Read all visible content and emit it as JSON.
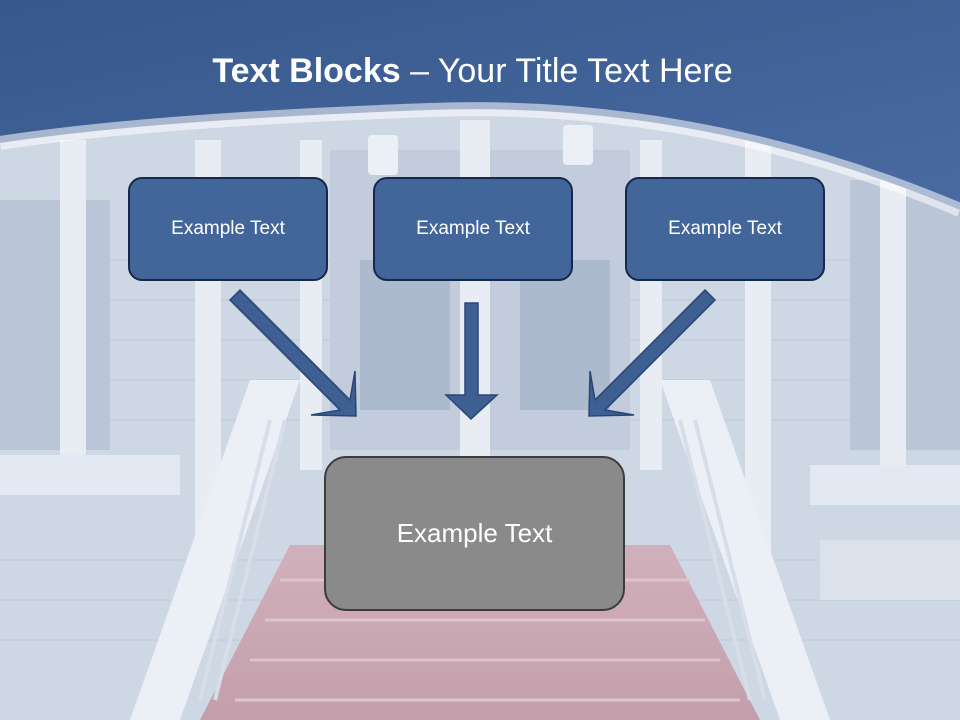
{
  "title": {
    "bold": "Text Blocks",
    "rest": " – Your Title Text Here"
  },
  "blocks": [
    {
      "text": "Example Text"
    },
    {
      "text": "Example Text"
    },
    {
      "text": "Example Text"
    }
  ],
  "target": {
    "text": "Example Text"
  },
  "colors": {
    "header": "#3e5f93",
    "block_fill": "#42659a",
    "block_border": "#17294a",
    "arrow": "#3d5f92",
    "target_fill": "#8a8a8a"
  }
}
